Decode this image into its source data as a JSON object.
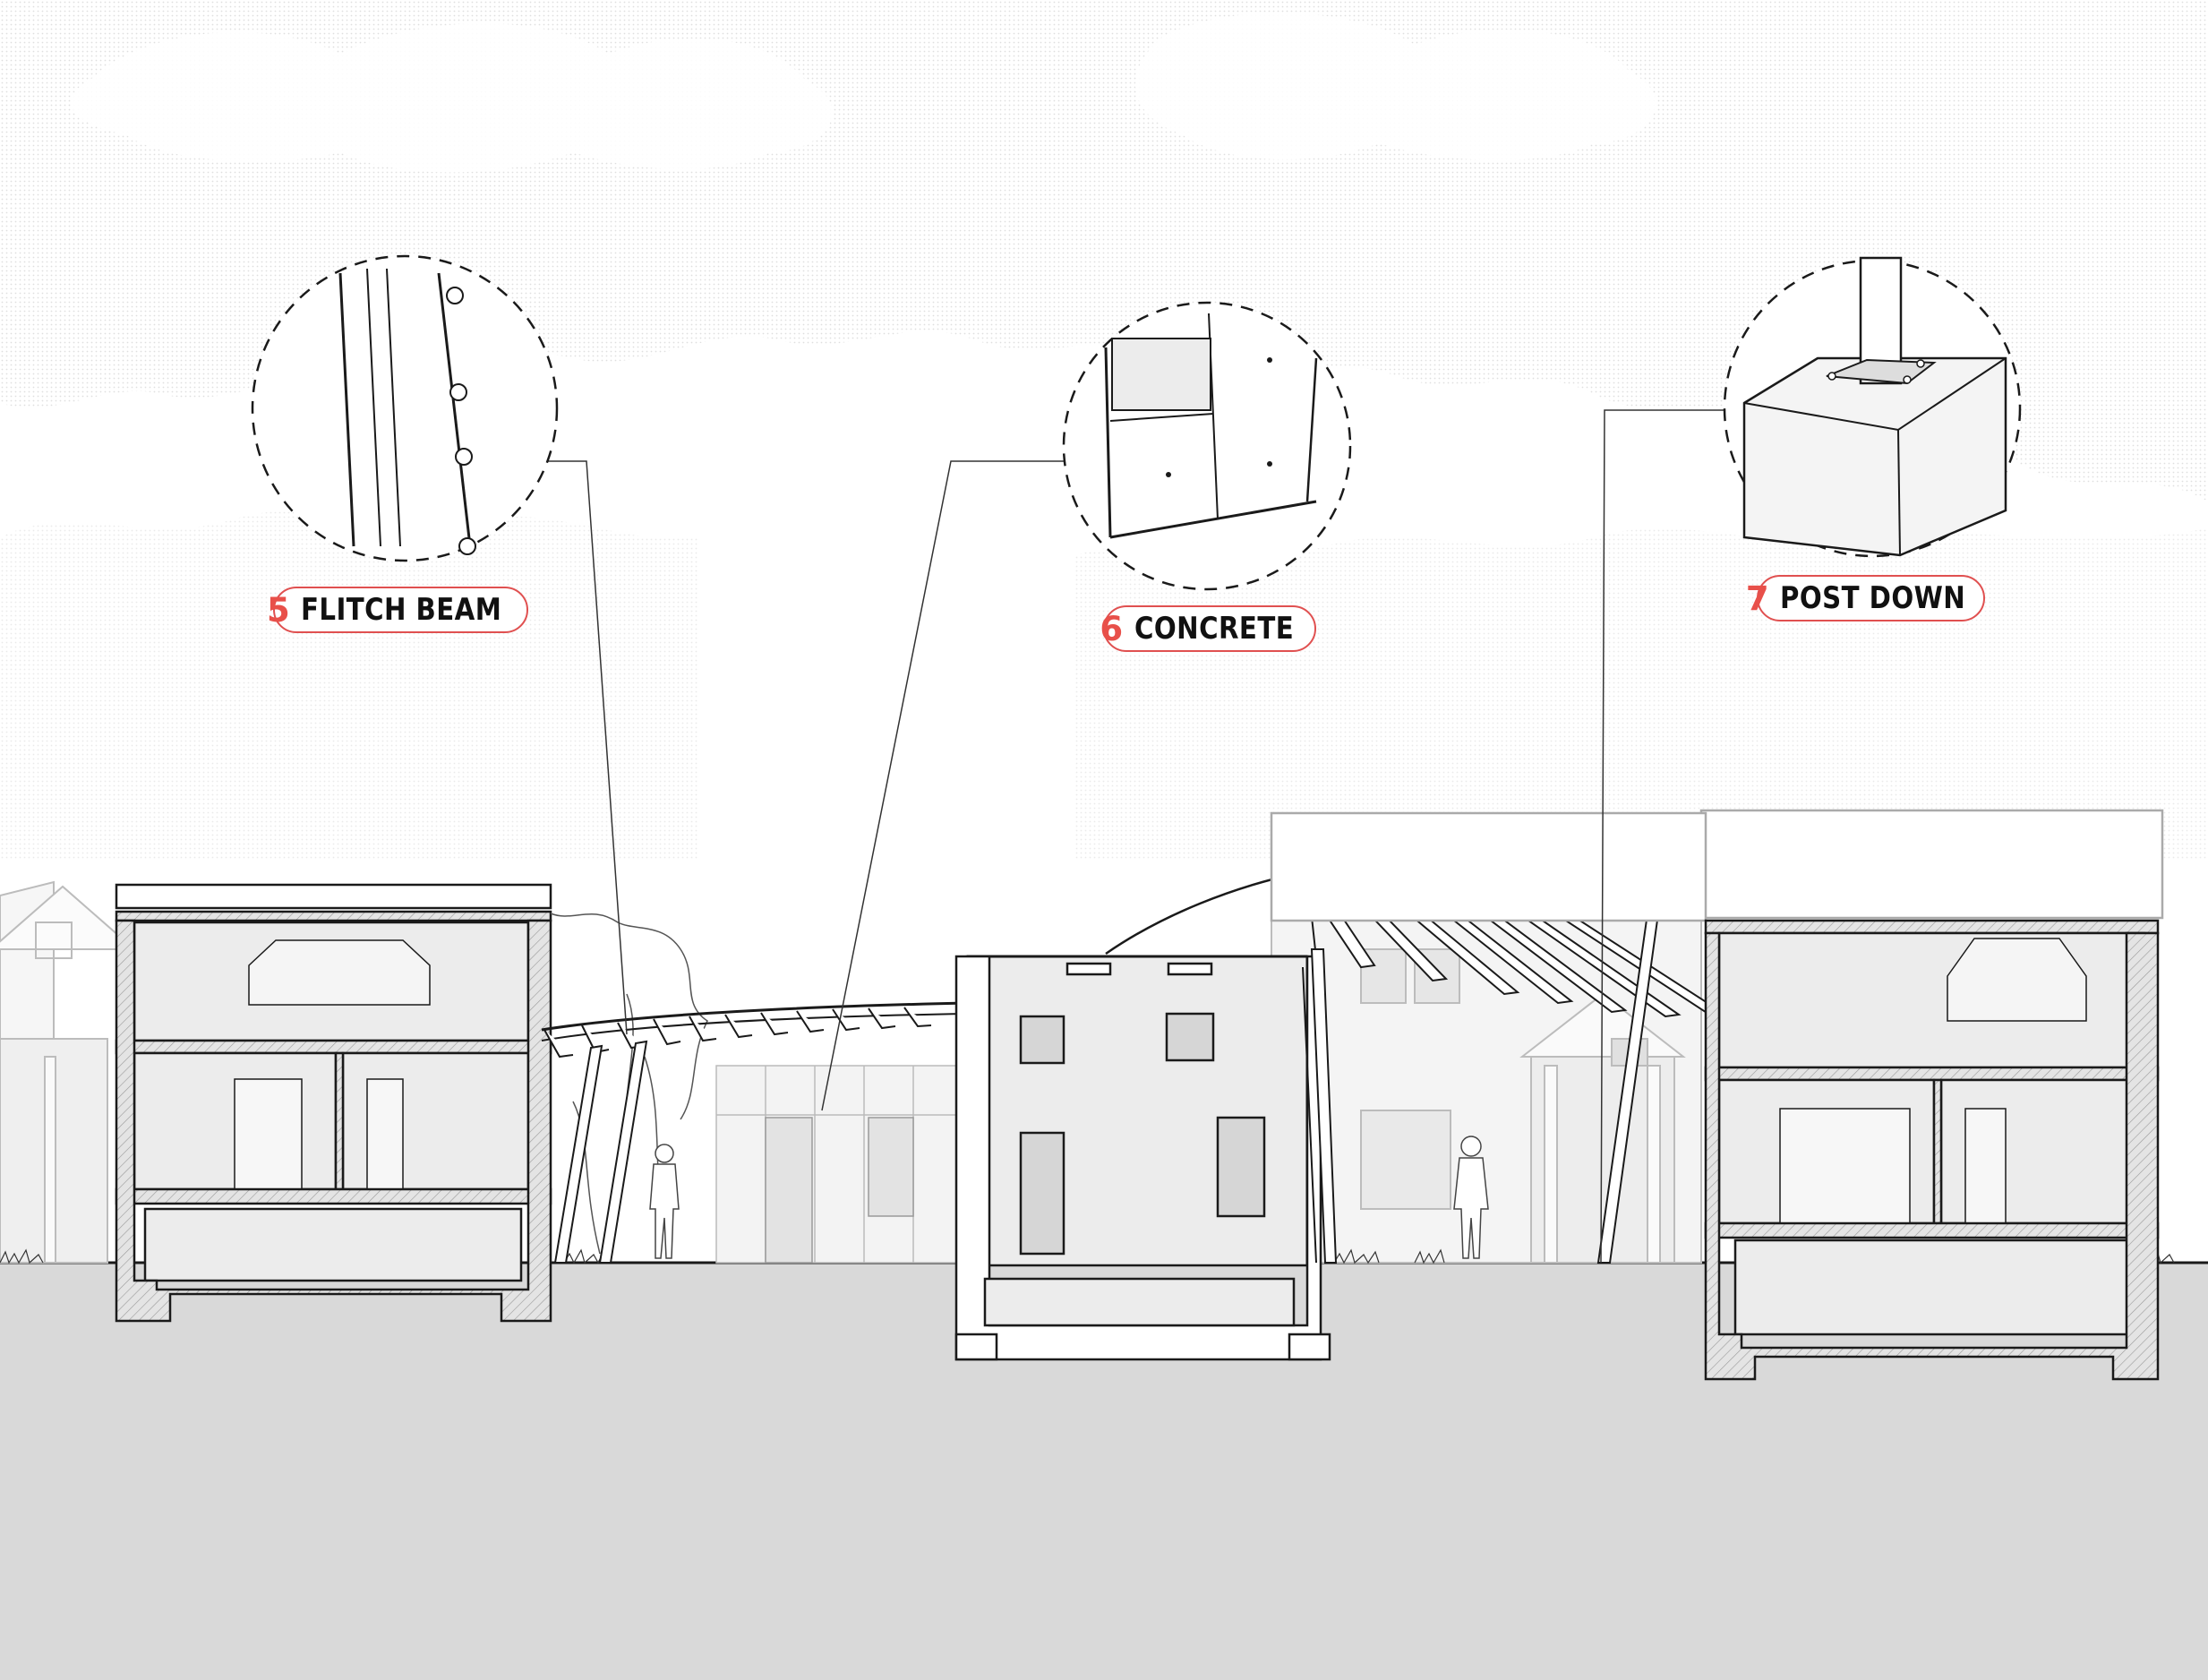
{
  "callouts": [
    {
      "id": "flitch",
      "number": "5",
      "label": "FLITCH BEAM"
    },
    {
      "id": "concrete",
      "number": "6",
      "label": "CONCRETE"
    },
    {
      "id": "post",
      "number": "7",
      "label": "POST DOWN"
    }
  ],
  "colors": {
    "accent": "#e8504a",
    "ground": "#d9d9d9",
    "line": "#1a1a1a",
    "fill_light": "#ececec",
    "sky_dot": "#c8c8c8"
  }
}
